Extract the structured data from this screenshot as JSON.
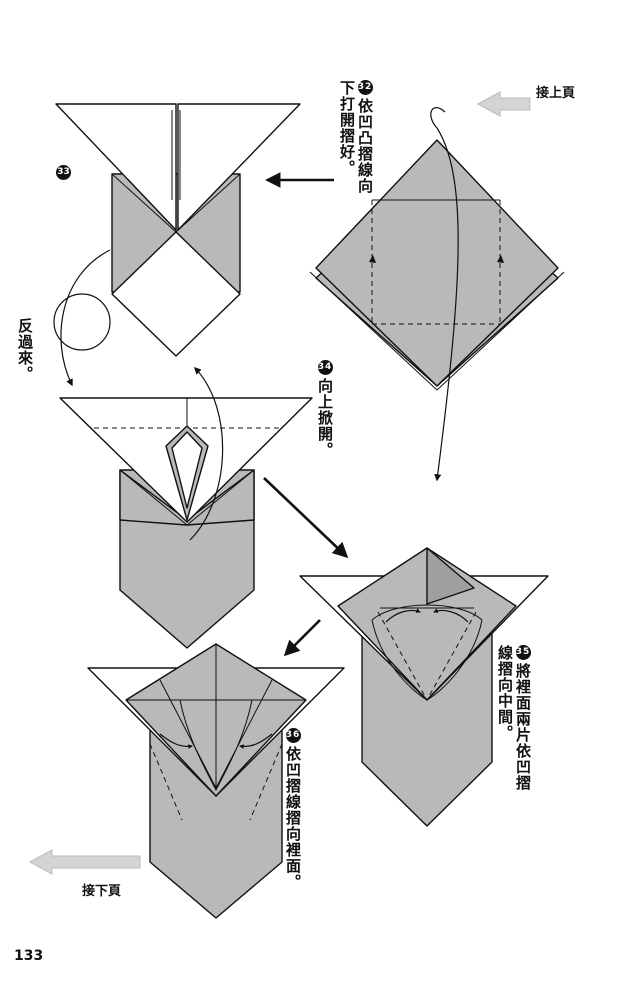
{
  "nav": {
    "continue_from": "接上頁",
    "continue_to": "接下頁"
  },
  "steps": [
    {
      "number": "32",
      "text": "依凹凸摺線向下打開摺好。"
    },
    {
      "number": "33",
      "text": "反過來。"
    },
    {
      "number": "34",
      "text": "向上掀開。"
    },
    {
      "number": "35",
      "text": "將裡面兩片依凹摺線摺向中間。"
    },
    {
      "number": "36",
      "text": "依凹摺線摺向裡面。"
    }
  ],
  "page_number": "133"
}
